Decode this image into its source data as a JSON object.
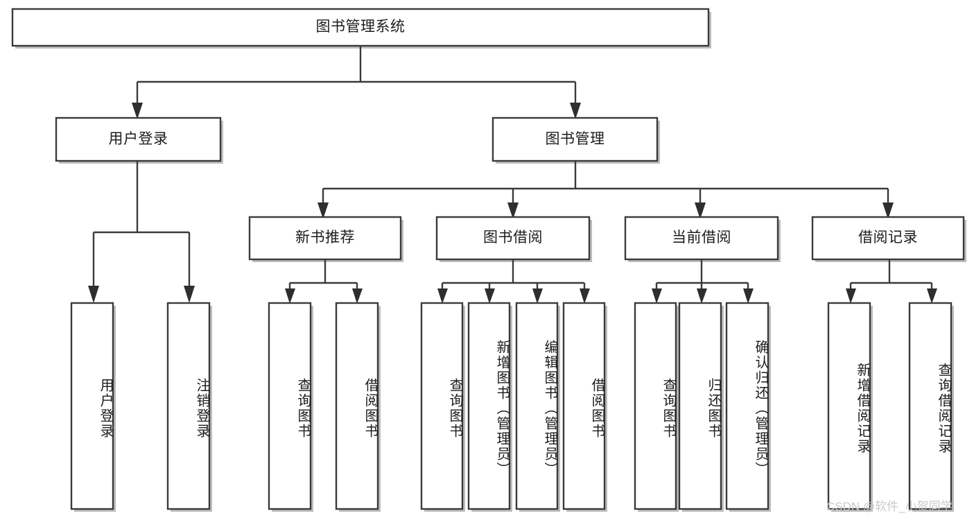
{
  "diagram": {
    "title": "图书管理系统",
    "type": "hierarchy-tree",
    "watermark": "CSDN @软件_小贺同学",
    "colors": {
      "box_stroke": "#3a3a3a",
      "box_fill": "#ffffff",
      "connector": "#3a3a3a",
      "text": "#1c1c1c",
      "watermark": "#c9c9c9"
    },
    "nodes": {
      "root": {
        "label": "图书管理系统"
      },
      "level1": [
        {
          "id": "user-login",
          "label": "用户登录"
        },
        {
          "id": "book-manage",
          "label": "图书管理"
        }
      ],
      "level2": [
        {
          "id": "new-book-rec",
          "label": "新书推荐"
        },
        {
          "id": "book-borrow",
          "label": "图书借阅"
        },
        {
          "id": "current-borrow",
          "label": "当前借阅"
        },
        {
          "id": "borrow-record",
          "label": "借阅记录"
        }
      ],
      "leaves": {
        "user-login": [
          {
            "id": "leaf-user-login",
            "label": "用户登录"
          },
          {
            "id": "leaf-logout",
            "label": "注销登录"
          }
        ],
        "new-book-rec": [
          {
            "id": "leaf-query-book-1",
            "label": "查询图书"
          },
          {
            "id": "leaf-borrow-book-1",
            "label": "借阅图书"
          }
        ],
        "book-borrow": [
          {
            "id": "leaf-query-book-2",
            "label": "查询图书"
          },
          {
            "id": "leaf-add-book",
            "label": "新增图书（管理员）"
          },
          {
            "id": "leaf-edit-book",
            "label": "编辑图书（管理员）"
          },
          {
            "id": "leaf-borrow-book-2",
            "label": "借阅图书"
          }
        ],
        "current-borrow": [
          {
            "id": "leaf-query-book-3",
            "label": "查询图书"
          },
          {
            "id": "leaf-return-book",
            "label": "归还图书"
          },
          {
            "id": "leaf-confirm-return",
            "label": "确认归还（管理员）"
          }
        ],
        "borrow-record": [
          {
            "id": "leaf-add-record",
            "label": "新增借阅记录"
          },
          {
            "id": "leaf-query-record",
            "label": "查询借阅记录"
          }
        ]
      }
    }
  }
}
